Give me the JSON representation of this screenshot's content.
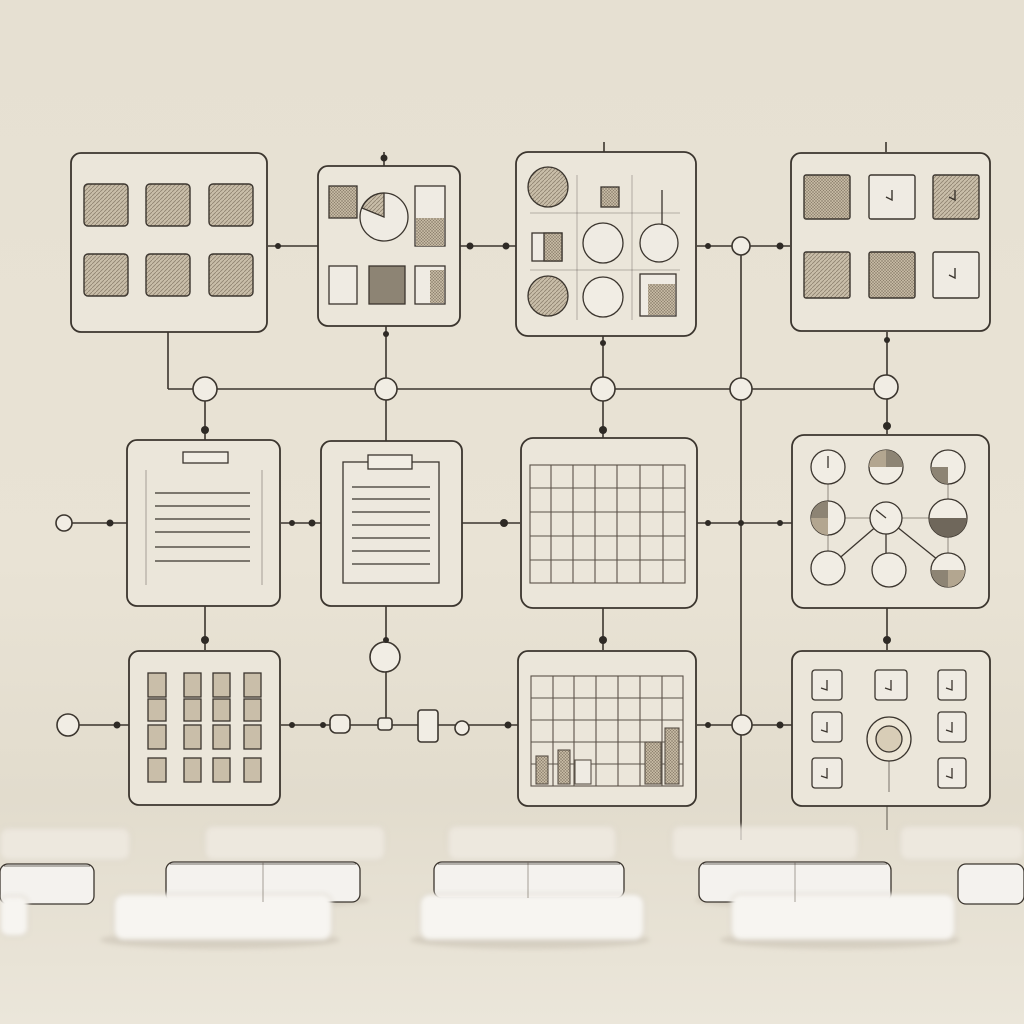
{
  "diagram": {
    "colors": {
      "background": "#e8e2d4",
      "panel_fill": "#ebe6da",
      "stroke": "#3b352e",
      "cell_fill": "#d4cbbb",
      "hatch_fill": "#b3a690",
      "dark_fill": "#8d8474",
      "pedestal": "#f1eee8"
    },
    "panels": [
      {
        "id": "row1-a",
        "content": "tile-grid-3x2"
      },
      {
        "id": "row1-b",
        "content": "mixed-charts"
      },
      {
        "id": "row1-c",
        "content": "circles-and-bars"
      },
      {
        "id": "row1-d",
        "content": "tile-grid-3x2-with-markers"
      },
      {
        "id": "row2-a",
        "content": "clipboard-list"
      },
      {
        "id": "row2-b",
        "content": "clipboard-list-boxed"
      },
      {
        "id": "row2-c",
        "content": "table-grid"
      },
      {
        "id": "row2-d",
        "content": "pie-node-network"
      },
      {
        "id": "row3-a",
        "content": "cell-columns-4x4"
      },
      {
        "id": "row3-b",
        "content": "empty"
      },
      {
        "id": "row3-c",
        "content": "grid-with-bars"
      },
      {
        "id": "row3-d",
        "content": "icon-grid-with-dial"
      }
    ]
  }
}
